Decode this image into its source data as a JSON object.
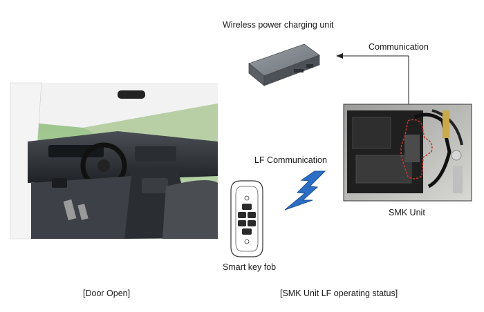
{
  "labels": {
    "wireless_unit": "Wireless power charging unit",
    "communication": "Communication",
    "lf_communication": "LF Communication",
    "smk_unit": "SMK Unit",
    "smart_key_fob": "Smart key fob",
    "door_open": "[Door Open]",
    "lf_status": "[SMK Unit LF operating status]"
  },
  "icons": {
    "wireless_unit": "wireless-charging-module-icon",
    "smart_key": "smart-key-fob-icon",
    "lightning": "lightning-bolt-icon",
    "car_interior": "car-interior-photo",
    "smk_module": "smk-unit-photo"
  },
  "colors": {
    "lightning": "#2b6ec4",
    "highlight_outline": "#c0392b"
  }
}
